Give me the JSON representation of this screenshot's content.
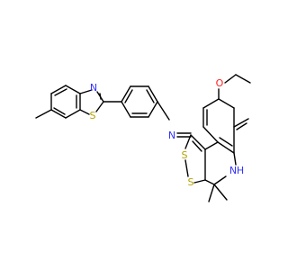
{
  "colors": {
    "bond": "#000000",
    "nitrogen": "#3333ff",
    "sulfur": "#b3a300",
    "oxygen": "#ff2020",
    "hydrogen": "#3333ff",
    "background": "#ffffff"
  },
  "atoms": [
    {
      "id": "s_thiazole",
      "element": "S",
      "label": "S"
    },
    {
      "id": "n_thiazole",
      "element": "N",
      "label": "N"
    },
    {
      "id": "n_imine",
      "element": "N",
      "label": "N"
    },
    {
      "id": "s_dithiole_1",
      "element": "S",
      "label": "S"
    },
    {
      "id": "s_dithiole_2",
      "element": "S",
      "label": "S"
    },
    {
      "id": "n_amine",
      "element": "N",
      "label": "N"
    },
    {
      "id": "h_amine",
      "element": "H",
      "label": "H"
    },
    {
      "id": "o_ether",
      "element": "O",
      "label": "O"
    }
  ]
}
